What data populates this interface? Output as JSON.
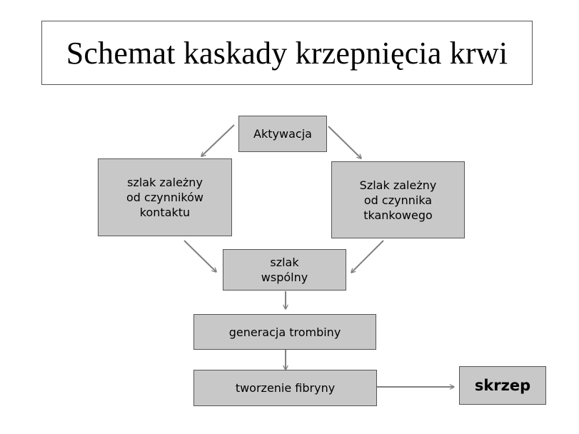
{
  "title": "Schemat kaskady krzepnięcia krwi",
  "nodes": {
    "activation": "Aktywacja",
    "contact_pathway": "szlak zależny\nod czynników\nkontaktu",
    "tissue_pathway": "Szlak zależny\nod czynnika\ntkankowego",
    "common_pathway": "szlak\nwspólny",
    "thrombin_generation": "generacja trombiny",
    "fibrin_formation": "tworzenie fibryny",
    "clot": "skrzep"
  },
  "colors": {
    "box_fill": "#c8c8c8",
    "box_border": "#555555",
    "arrow": "#808080"
  }
}
